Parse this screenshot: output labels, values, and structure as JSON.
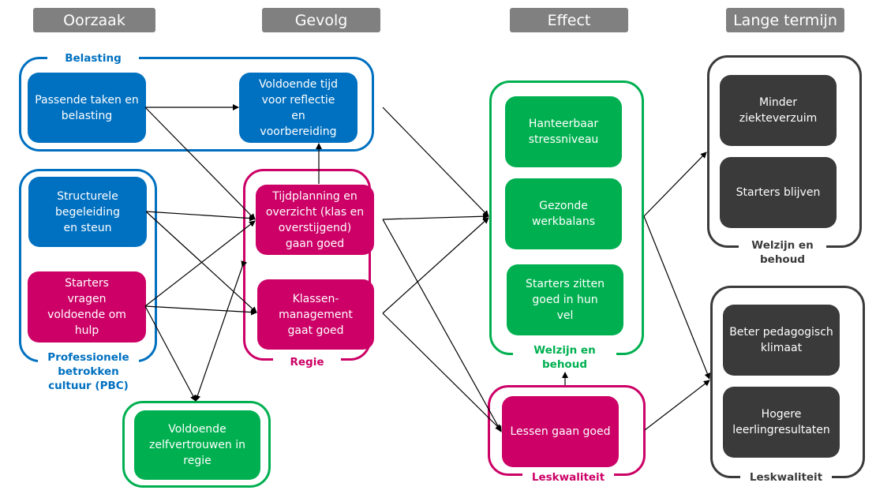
{
  "colors": {
    "blue": "#0070c0",
    "pink": "#cc0066",
    "green": "#00b050",
    "dark": "#3a3a3a",
    "header": "#808080"
  },
  "headers": [
    "Oorzaak",
    "Gevolg",
    "Effect",
    "Lange termijn"
  ],
  "groups": {
    "belasting": "Belasting",
    "pbc": "Professionele betrokken cultuur (PBC)",
    "regie": "Regie",
    "welzijn_effect": "Welzijn en behoud",
    "leskwaliteit_effect": "Leskwaliteit",
    "welzijn_lang": "Welzijn en behoud",
    "leskwaliteit_lang": "Leskwaliteit"
  },
  "nodes": {
    "passende": "Passende taken en belasting",
    "tijd": "Voldoende tijd voor reflectie en voorbereiding",
    "structurele": "Structurele begeleiding en steun",
    "hulp": "Starters vragen voldoende om hulp",
    "tijdplanning": "Tijdplanning en overzicht (klas en overstijgend) gaan goed",
    "klassen": "Klassen-management gaat goed",
    "zelfvertrouwen": "Voldoende zelfvertrouwen in regie",
    "stress": "Hanteerbaar stressniveau",
    "werkbalans": "Gezonde werkbalans",
    "vel": "Starters zitten goed in hun vel",
    "lessen": "Lessen gaan goed",
    "verzuim": "Minder ziekteverzuim",
    "blijven": "Starters blijven",
    "klimaat": "Beter pedagogisch klimaat",
    "resultaten": "Hogere leerlingresultaten"
  }
}
